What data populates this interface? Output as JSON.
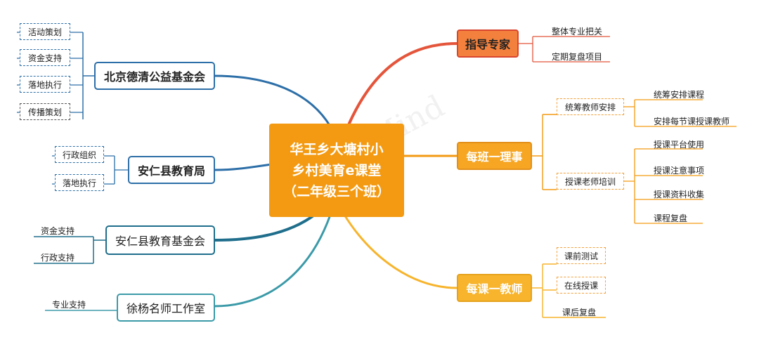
{
  "center": {
    "lines": [
      "华王乡大塘村小",
      "乡村美育e课堂",
      "（二年级三个班）"
    ]
  },
  "left": [
    {
      "label": "北京德清公益基金会",
      "children": [
        "活动策划",
        "资金支持",
        "落地执行",
        "传播策划"
      ]
    },
    {
      "label": "安仁县教育局",
      "children": [
        "行政组织",
        "落地执行"
      ]
    },
    {
      "label": "安仁县教育基金会",
      "children": [
        "资金支持",
        "行政支持"
      ]
    },
    {
      "label": "徐杨名师工作室",
      "children": [
        "专业支持"
      ]
    }
  ],
  "right": [
    {
      "label": "指导专家",
      "children": [
        "整体专业把关",
        "定期复盘项目"
      ]
    },
    {
      "label": "每班一理事",
      "children": [
        {
          "label": "统筹教师安排",
          "children": [
            "统筹安排课程",
            "安排每节课授课教师"
          ]
        },
        {
          "label": "授课老师培训",
          "children": [
            "授课平台使用",
            "授课注意事项",
            "授课资料收集",
            "课程复盘"
          ]
        }
      ]
    },
    {
      "label": "每课一教师",
      "children": [
        "课前测试",
        "在线授课",
        "课后复盘"
      ]
    }
  ],
  "watermark": "Mind",
  "colors": {
    "center": "#f39a12",
    "expert": "#e4553b",
    "director": "#f39a12",
    "teacher": "#f7b42c",
    "beijing": "#2d6fa8",
    "bureau": "#2d6fa8",
    "fund": "#1f6e8c",
    "studio": "#3b9aa8"
  }
}
